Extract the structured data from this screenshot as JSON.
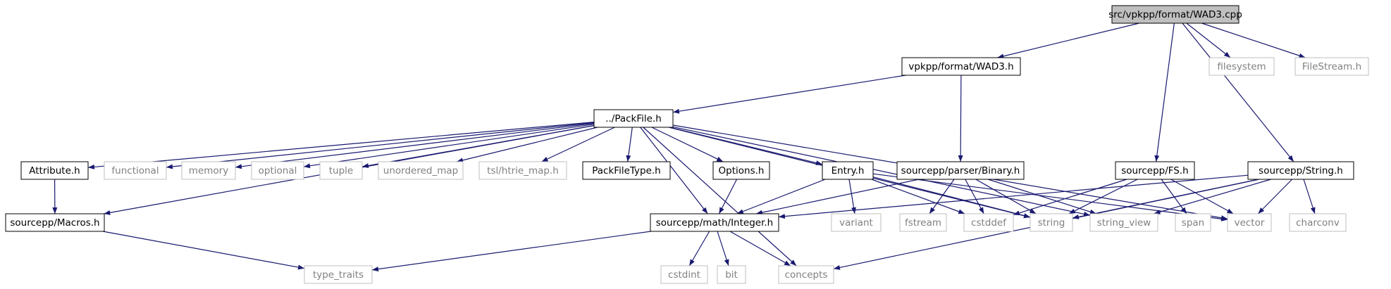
{
  "diagram": {
    "colors": {
      "edge": "#191970",
      "highlight_fill": "#bfbfbf",
      "node_border": "#000000",
      "external_border": "#bfbfbf",
      "external_text": "#808080",
      "text": "#000000"
    },
    "nodes": {
      "wad3cpp": {
        "label": "src/vpkpp/format/WAD3.cpp",
        "kind": "root"
      },
      "wad3h": {
        "label": "vpkpp/format/WAD3.h",
        "kind": "internal"
      },
      "filesystem": {
        "label": "filesystem",
        "kind": "external"
      },
      "filestream": {
        "label": "FileStream.h",
        "kind": "external"
      },
      "packfile": {
        "label": "../PackFile.h",
        "kind": "internal"
      },
      "attribute": {
        "label": "Attribute.h",
        "kind": "internal"
      },
      "functional": {
        "label": "functional",
        "kind": "external"
      },
      "memory": {
        "label": "memory",
        "kind": "external"
      },
      "optional": {
        "label": "optional",
        "kind": "external"
      },
      "tuple": {
        "label": "tuple",
        "kind": "external"
      },
      "unordered_map": {
        "label": "unordered_map",
        "kind": "external"
      },
      "htrie": {
        "label": "tsl/htrie_map.h",
        "kind": "external"
      },
      "packfiletype": {
        "label": "PackFileType.h",
        "kind": "internal"
      },
      "options": {
        "label": "Options.h",
        "kind": "internal"
      },
      "entry": {
        "label": "Entry.h",
        "kind": "internal"
      },
      "binary": {
        "label": "sourcepp/parser/Binary.h",
        "kind": "internal"
      },
      "fs": {
        "label": "sourcepp/FS.h",
        "kind": "internal"
      },
      "stringh": {
        "label": "sourcepp/String.h",
        "kind": "internal"
      },
      "macros": {
        "label": "sourcepp/Macros.h",
        "kind": "internal"
      },
      "integer": {
        "label": "sourcepp/math/Integer.h",
        "kind": "internal"
      },
      "variant": {
        "label": "variant",
        "kind": "external"
      },
      "fstream": {
        "label": "fstream",
        "kind": "external"
      },
      "cstddef": {
        "label": "cstddef",
        "kind": "external"
      },
      "string": {
        "label": "string",
        "kind": "external"
      },
      "string_view": {
        "label": "string_view",
        "kind": "external"
      },
      "span": {
        "label": "span",
        "kind": "external"
      },
      "vector": {
        "label": "vector",
        "kind": "external"
      },
      "charconv": {
        "label": "charconv",
        "kind": "external"
      },
      "type_traits": {
        "label": "type_traits",
        "kind": "external"
      },
      "cstdint": {
        "label": "cstdint",
        "kind": "external"
      },
      "bit": {
        "label": "bit",
        "kind": "external"
      },
      "concepts": {
        "label": "concepts",
        "kind": "external"
      }
    },
    "edges": [
      [
        "wad3cpp",
        "wad3h"
      ],
      [
        "wad3cpp",
        "filesystem"
      ],
      [
        "wad3cpp",
        "filestream"
      ],
      [
        "wad3cpp",
        "fs"
      ],
      [
        "wad3cpp",
        "stringh"
      ],
      [
        "wad3h",
        "packfile"
      ],
      [
        "wad3h",
        "binary"
      ],
      [
        "packfile",
        "macros"
      ],
      [
        "packfile",
        "attribute"
      ],
      [
        "packfile",
        "functional"
      ],
      [
        "packfile",
        "memory"
      ],
      [
        "packfile",
        "optional"
      ],
      [
        "packfile",
        "tuple"
      ],
      [
        "packfile",
        "unordered_map"
      ],
      [
        "packfile",
        "htrie"
      ],
      [
        "packfile",
        "packfiletype"
      ],
      [
        "packfile",
        "options"
      ],
      [
        "packfile",
        "entry"
      ],
      [
        "packfile",
        "integer"
      ],
      [
        "packfile",
        "concepts"
      ],
      [
        "packfile",
        "string"
      ],
      [
        "packfile",
        "string_view"
      ],
      [
        "packfile",
        "vector"
      ],
      [
        "attribute",
        "macros"
      ],
      [
        "macros",
        "type_traits"
      ],
      [
        "options",
        "integer"
      ],
      [
        "entry",
        "integer"
      ],
      [
        "entry",
        "variant"
      ],
      [
        "entry",
        "cstddef"
      ],
      [
        "entry",
        "string"
      ],
      [
        "entry",
        "vector"
      ],
      [
        "binary",
        "integer"
      ],
      [
        "binary",
        "fstream"
      ],
      [
        "binary",
        "cstddef"
      ],
      [
        "binary",
        "string"
      ],
      [
        "binary",
        "string_view"
      ],
      [
        "fs",
        "cstddef"
      ],
      [
        "fs",
        "string"
      ],
      [
        "fs",
        "span"
      ],
      [
        "fs",
        "vector"
      ],
      [
        "stringh",
        "integer"
      ],
      [
        "stringh",
        "concepts"
      ],
      [
        "stringh",
        "string"
      ],
      [
        "stringh",
        "string_view"
      ],
      [
        "stringh",
        "vector"
      ],
      [
        "stringh",
        "charconv"
      ],
      [
        "integer",
        "type_traits"
      ],
      [
        "integer",
        "cstdint"
      ],
      [
        "integer",
        "bit"
      ],
      [
        "integer",
        "concepts"
      ]
    ]
  }
}
